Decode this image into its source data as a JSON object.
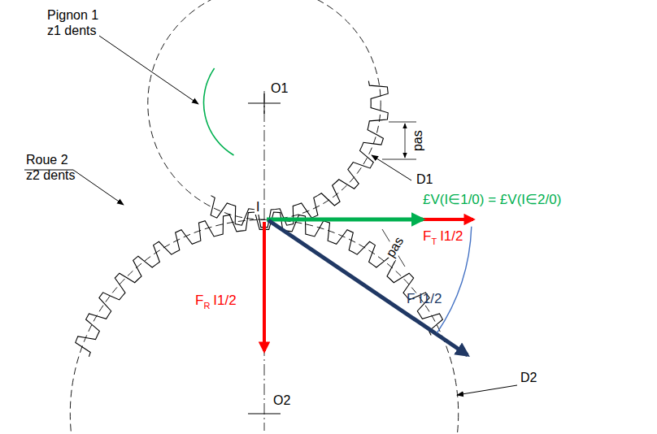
{
  "diagram": {
    "labels": [
      "Pignon 1",
      "z1 dents",
      "O1",
      "pas",
      "Roue 2",
      "z2 dents",
      "D1",
      "I",
      "£V(I∈1/0) = £V(I∈2/0)",
      "pas",
      "F",
      "T",
      "I1/2",
      "F",
      "R",
      "I1/2",
      "F I1/2",
      "D2",
      "O2"
    ]
  }
}
